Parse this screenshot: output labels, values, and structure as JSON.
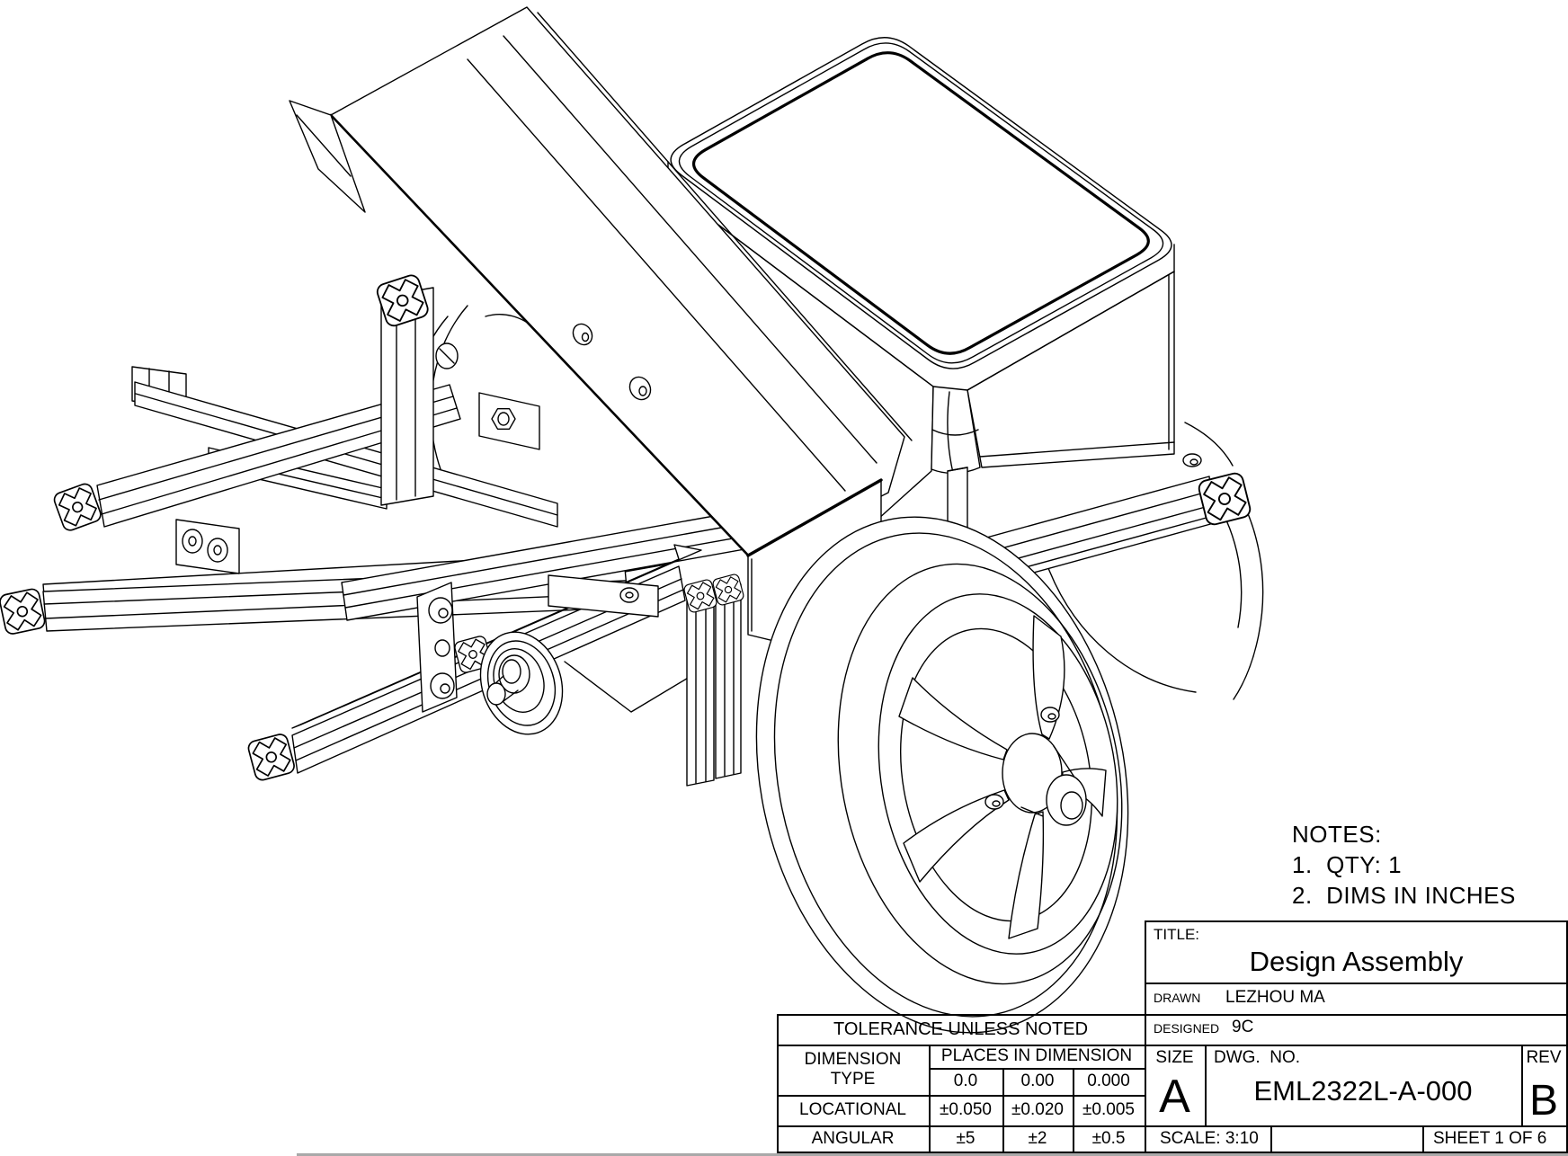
{
  "sheet": {
    "background": "#ffffff",
    "line_color": "#000000",
    "edge_line_color": "#a9a9a9"
  },
  "notes": {
    "heading": "NOTES:",
    "items": [
      "1.  QTY: 1",
      "2.  DIMS IN INCHES"
    ]
  },
  "tolerance_table": {
    "header": "TOLERANCE UNLESS NOTED",
    "row_header_line1": "DIMENSION",
    "row_header_line2": "TYPE",
    "places_header": "PLACES IN DIMENSION",
    "place_columns": [
      "0.0",
      "0.00",
      "0.000"
    ],
    "rows": [
      {
        "label": "LOCATIONAL",
        "values": [
          "±0.050",
          "±0.020",
          "±0.005"
        ]
      },
      {
        "label": "ANGULAR",
        "values": [
          "±5",
          "±2",
          "±0.5"
        ]
      }
    ]
  },
  "title_block": {
    "title_label": "TITLE:",
    "title": "Design Assembly",
    "drawn_label": "DRAWN",
    "drawn_value": "LEZHOU MA",
    "designed_label": "DESIGNED",
    "designed_value": "9C",
    "size_label": "SIZE",
    "size_value": "A",
    "dwg_label": "DWG.  NO.",
    "dwg_value": "EML2322L-A-000",
    "rev_label": "REV",
    "rev_value": "B",
    "scale_value": "SCALE: 3:10",
    "sheet_value": "SHEET 1 OF 6"
  }
}
